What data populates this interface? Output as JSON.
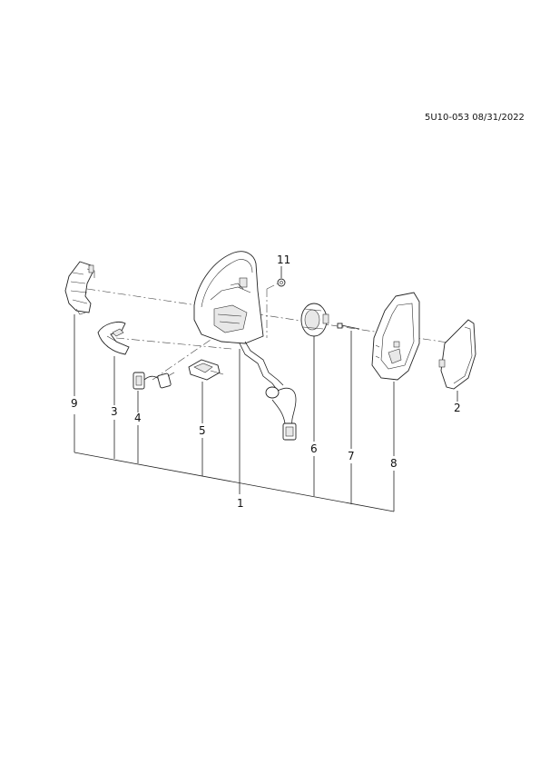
{
  "header": {
    "doc_id": "5U10-053 08/31/2022"
  },
  "callouts": [
    {
      "id": "c11",
      "label": "11"
    },
    {
      "id": "c9",
      "label": "9"
    },
    {
      "id": "c3",
      "label": "3"
    },
    {
      "id": "c4",
      "label": "4"
    },
    {
      "id": "c5",
      "label": "5"
    },
    {
      "id": "c1",
      "label": "1"
    },
    {
      "id": "c6",
      "label": "6"
    },
    {
      "id": "c7",
      "label": "7"
    },
    {
      "id": "c8",
      "label": "8"
    },
    {
      "id": "c2",
      "label": "2"
    }
  ]
}
